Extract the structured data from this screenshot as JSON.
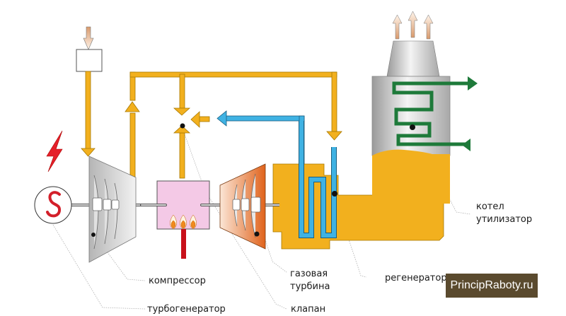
{
  "diagram": {
    "labels": {
      "compressor": "компрессор",
      "turbogenerator": "турбогенератор",
      "gas_turbine_line1": "газовая",
      "gas_turbine_line2": "турбина",
      "valve": "клапан",
      "regenerator": "регенератор",
      "boiler_line1": "котел",
      "boiler_line2": "утилизатор",
      "generator_symbol": "S"
    },
    "watermark": "PrincipRaboty.ru",
    "colors": {
      "hot_gas_pipe": "#f2b01e",
      "cold_pipe": "#3fb2e3",
      "water_pipe": "#1e7a3a",
      "combustor": "#f4c9e6",
      "fuel_line": "#c8101a",
      "lightning": "#e5202a",
      "turbine": "#e0631c",
      "compressor": "#c9c9c9",
      "watermark_bg": "#5a4a2e"
    }
  }
}
